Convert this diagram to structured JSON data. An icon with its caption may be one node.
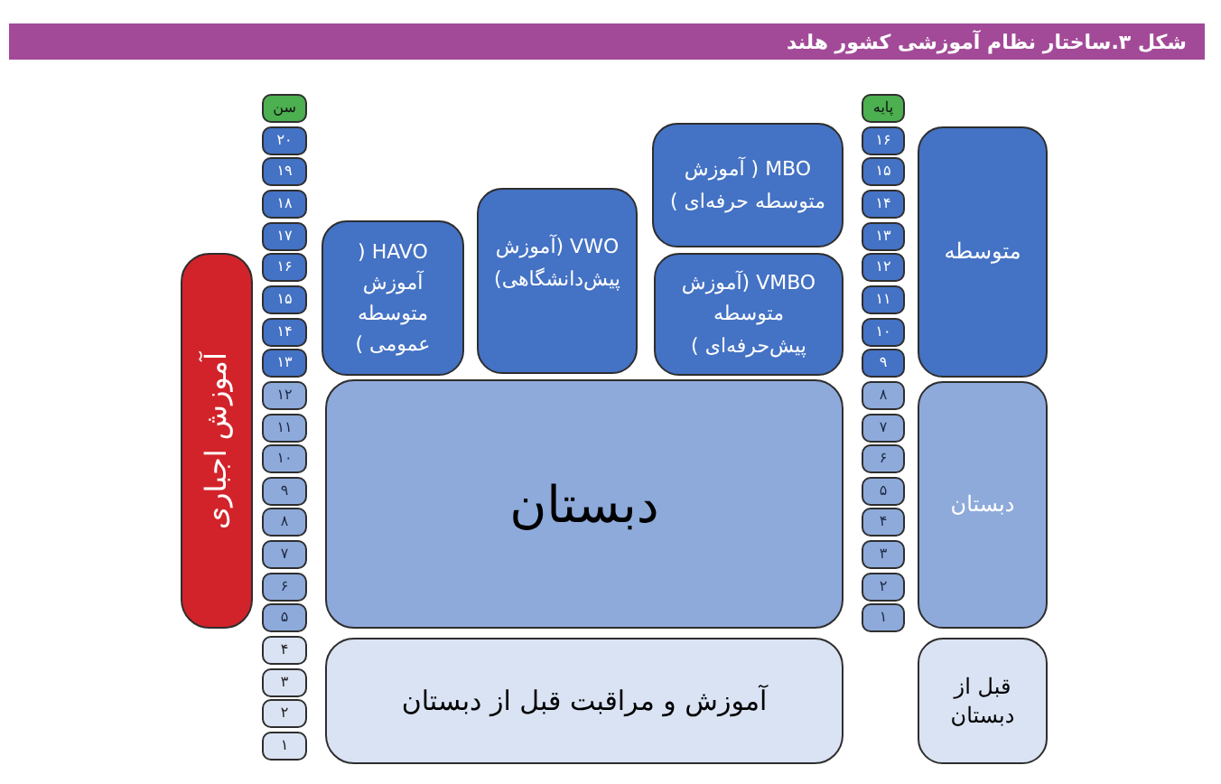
{
  "diagram": {
    "title": "شکل ۳.ساختار نظام آموزشی کشور هلند",
    "nodes": [
      {
        "text": [
          "متوسطه"
        ]
      },
      {
        "text": [
          "دبستان"
        ]
      },
      {
        "text": [
          "قبل از دبستان"
        ]
      },
      {
        "text": [
          "پایه"
        ]
      },
      {
        "text": [
          "۱۶"
        ]
      },
      {
        "text": [
          "۱۵"
        ]
      },
      {
        "text": [
          "۱۴"
        ]
      },
      {
        "text": [
          "۱۳"
        ]
      },
      {
        "text": [
          "۱۲"
        ]
      },
      {
        "text": [
          "۱۱"
        ]
      },
      {
        "text": [
          "۱۰"
        ]
      },
      {
        "text": [
          "۹"
        ]
      },
      {
        "text": [
          "۸"
        ]
      },
      {
        "text": [
          "۷"
        ]
      },
      {
        "text": [
          "۶"
        ]
      },
      {
        "text": [
          "۵"
        ]
      },
      {
        "text": [
          "۴"
        ]
      },
      {
        "text": [
          "۳"
        ]
      },
      {
        "text": [
          "۲"
        ]
      },
      {
        "text": [
          "۱"
        ]
      },
      {
        "text": [
          "MBO ( آموزش متوسطه حرفه‌ای )"
        ]
      },
      {
        "text": [
          "VWO (آموزش پیش‌دانشگاهی)"
        ]
      },
      {
        "text": [
          "HAVO ( آموزش متوسطه عمومی )"
        ]
      },
      {
        "text": [
          "VMBO (آموزش متوسطه پیش‌حرفه‌ای )"
        ]
      },
      {
        "text": [
          "دبستان"
        ]
      },
      {
        "text": [
          "آموزش و مراقبت قبل از دبستان"
        ]
      },
      {
        "text": [
          "سن"
        ]
      },
      {
        "text": [
          "۲۰"
        ]
      },
      {
        "text": [
          "۱۹"
        ]
      },
      {
        "text": [
          "۱۸"
        ]
      },
      {
        "text": [
          "۱۷"
        ]
      },
      {
        "text": [
          "۱۶"
        ]
      },
      {
        "text": [
          "۱۵"
        ]
      },
      {
        "text": [
          "۱۴"
        ]
      },
      {
        "text": [
          "۱۳"
        ]
      },
      {
        "text": [
          "۱۲"
        ]
      },
      {
        "text": [
          "۱۱"
        ]
      },
      {
        "text": [
          "۱۰"
        ]
      },
      {
        "text": [
          "۹"
        ]
      },
      {
        "text": [
          "۸"
        ]
      },
      {
        "text": [
          "۷"
        ]
      },
      {
        "text": [
          "۶"
        ]
      },
      {
        "text": [
          "۵"
        ]
      },
      {
        "text": [
          "۴"
        ]
      },
      {
        "text": [
          "۳"
        ]
      },
      {
        "text": [
          "۲"
        ]
      },
      {
        "text": [
          "۱"
        ]
      },
      {
        "text": [
          "آموزش اجباری"
        ]
      }
    ]
  }
}
